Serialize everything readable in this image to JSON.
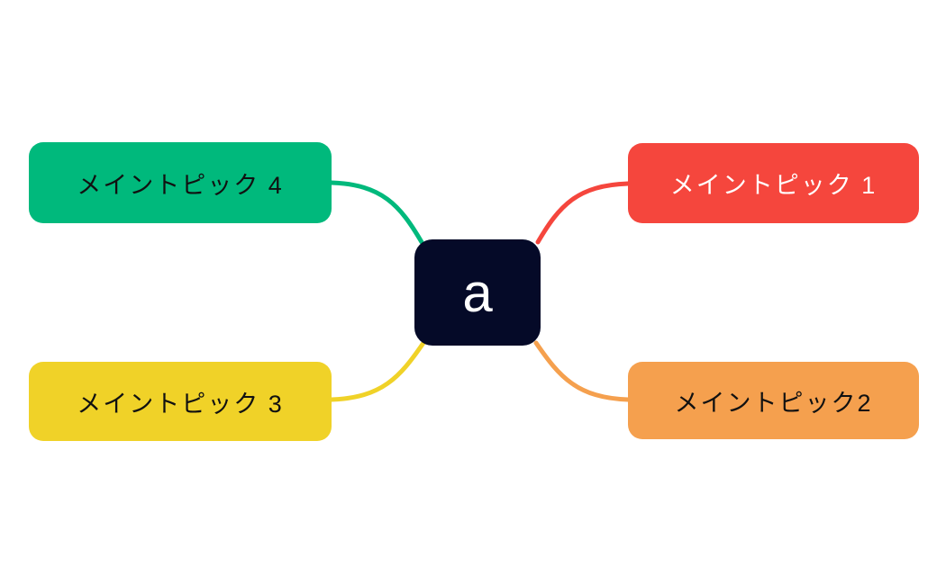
{
  "canvas": {
    "background": "#FFFFFF"
  },
  "center_node": {
    "label": "a",
    "bg": "#050A28",
    "text_color": "#FFFFFF"
  },
  "topics": [
    {
      "label": "メイントピック 1",
      "bg": "#F5463D",
      "text_color": "#FFFFFF",
      "position": "top-right"
    },
    {
      "label": "メイントピック2",
      "bg": "#F5A04E",
      "text_color": "#111111",
      "position": "bottom-right"
    },
    {
      "label": "メイントピック 3",
      "bg": "#F0D228",
      "text_color": "#111111",
      "position": "bottom-left"
    },
    {
      "label": "メイントピック 4",
      "bg": "#00B97C",
      "text_color": "#111111",
      "position": "top-left"
    }
  ],
  "connectors": [
    {
      "from": "center",
      "to": "main-topic-1",
      "color": "#F5463D"
    },
    {
      "from": "center",
      "to": "main-topic-2",
      "color": "#F5A04E"
    },
    {
      "from": "center",
      "to": "main-topic-3",
      "color": "#F0D228"
    },
    {
      "from": "center",
      "to": "main-topic-4",
      "color": "#00B97C"
    }
  ]
}
